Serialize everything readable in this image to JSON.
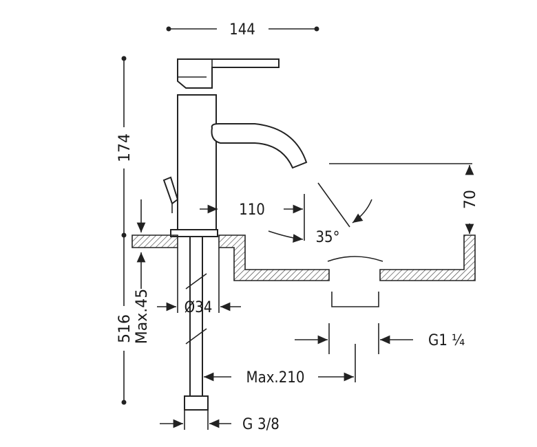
{
  "dimensions": {
    "width_top": "144",
    "height_total": "174",
    "spout_reach": "110",
    "spray_angle": "35°",
    "spout_height": "70",
    "overall_depth": "516",
    "max_deck": "Max.45",
    "hole_diameter": "Ø34",
    "thread_waste": "G1",
    "thread_waste_fraction": "¼",
    "max_hose": "Max.210",
    "thread_supply": "G",
    "thread_supply_fraction": "3/8"
  },
  "colors": {
    "line": "#222222",
    "hatch": "#333333",
    "background": "#ffffff"
  }
}
